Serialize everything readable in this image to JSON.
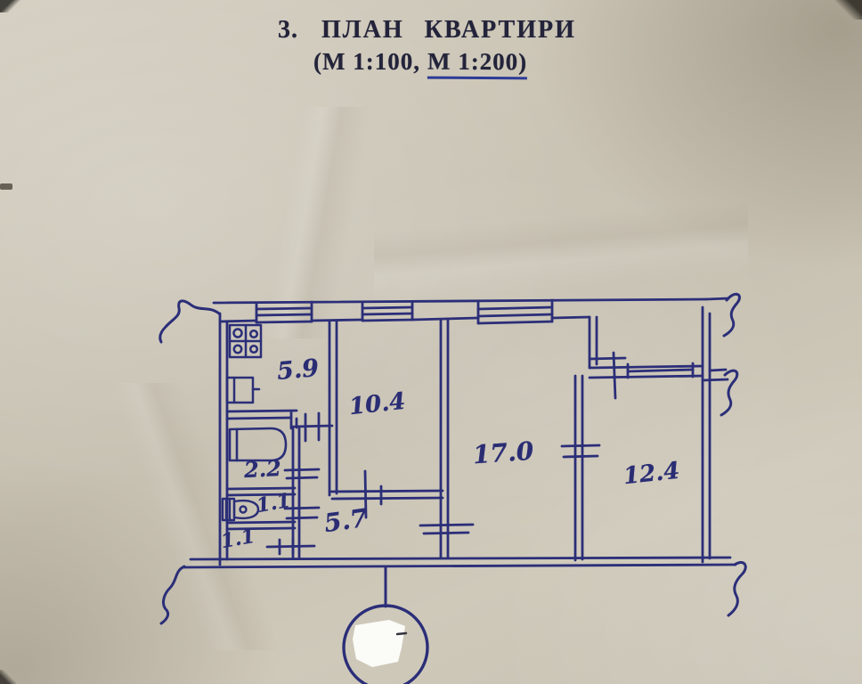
{
  "title": {
    "number": "3.",
    "text": "ПЛАН КВАРТИРИ",
    "scale_normal": "(М 1:100, ",
    "scale_underlined": "М 1:200)"
  },
  "room_labels": {
    "kitchen": "5.9",
    "room_small": "10.4",
    "room_living": "17.0",
    "room_right": "12.4",
    "bathroom": "2.2",
    "toilet": "1.1",
    "storage": "1.1",
    "hallway": "5.7"
  },
  "colors": {
    "ink": "#2b2e78",
    "title_ink": "#23233a",
    "underline_ink": "#2c3a96",
    "paper": "#cbc5b6"
  }
}
